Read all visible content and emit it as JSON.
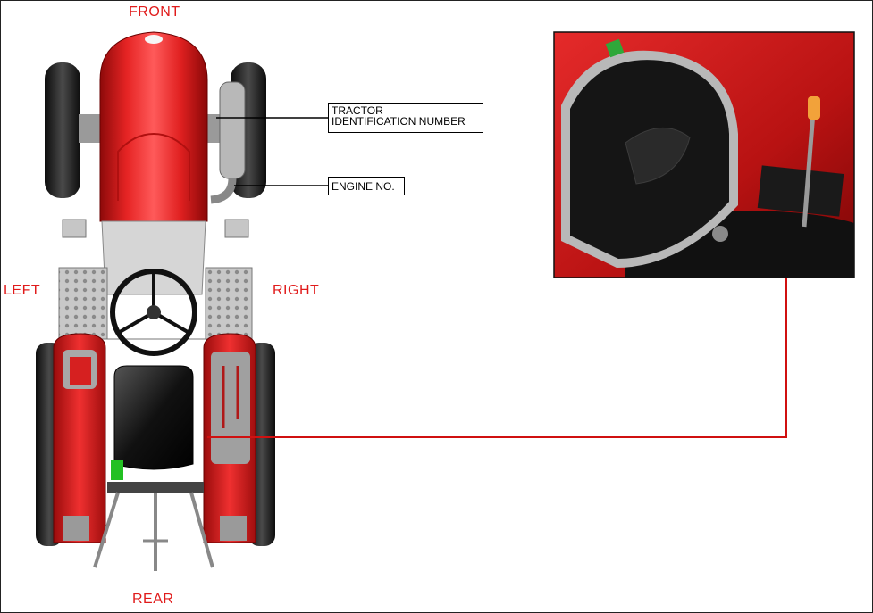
{
  "directions": {
    "front": "FRONT",
    "rear": "REAR",
    "left": "LEFT",
    "right": "RIGHT"
  },
  "callouts": {
    "tin_line1": "TRACTOR",
    "tin_line2": "IDENTIFICATION NUMBER",
    "engine": "ENGINE NO."
  },
  "colors": {
    "label_red": "#e01b1b",
    "body_red": "#d81c1c",
    "leader_red": "#d01010",
    "tire_black": "#1c1c1c"
  }
}
